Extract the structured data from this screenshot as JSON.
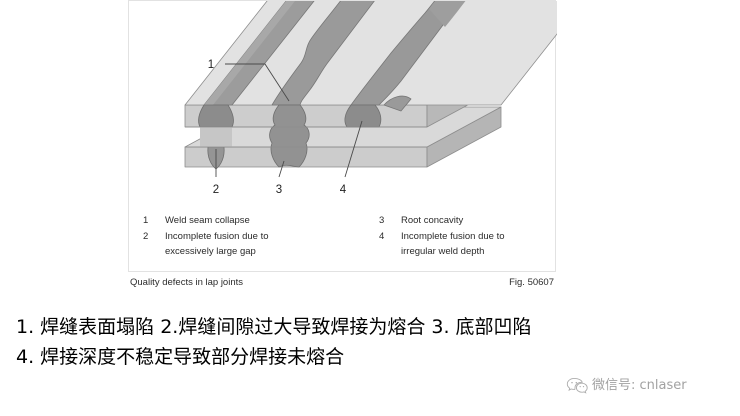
{
  "figure": {
    "illustration": {
      "alt_description": "Isometric cutaway of two overlapping sheet-metal plates joined by laser lap welds, showing weld beads on the top surface and four cross-sectioned weld nuggets illustrating quality defects",
      "callouts": [
        {
          "id": "1",
          "label": "1",
          "position": "upper-left, leader to top weld bead"
        },
        {
          "id": "2",
          "label": "2",
          "position": "below left cross-section"
        },
        {
          "id": "3",
          "label": "3",
          "position": "below middle cross-section"
        },
        {
          "id": "4",
          "label": "4",
          "position": "below right cross-section"
        }
      ],
      "colors": {
        "plate_top": "#d5d5d5",
        "plate_front": "#c9c9c9",
        "plate_side": "#bdbdbd",
        "plate_light": "#e6e6e6",
        "weld_bead": "#9a9a9a",
        "weld_bead_dark": "#8e8e8e",
        "weld_nugget": "#8b8b8b",
        "outline": "#6e6e6e",
        "leader_line": "#3a3a3a"
      }
    },
    "legend": {
      "left_column": [
        {
          "number": "1",
          "lines": [
            "Weld seam collapse"
          ]
        },
        {
          "number": "2",
          "lines": [
            "Incomplete fusion due to",
            "excessively large gap"
          ]
        }
      ],
      "right_column": [
        {
          "number": "3",
          "lines": [
            "Root concavity"
          ]
        },
        {
          "number": "4",
          "lines": [
            "Incomplete fusion due to",
            "irregular weld depth"
          ]
        }
      ]
    },
    "caption": {
      "title": "Quality defects in lap joints",
      "fig_number": "Fig. 50607"
    }
  },
  "chinese_notes": {
    "line1": "1. 焊缝表面塌陷  2.焊缝间隙过大导致焊接为熔合 3. 底部凹陷",
    "line2": "4. 焊接深度不稳定导致部分焊接未熔合"
  },
  "watermark": {
    "icon": "wechat-icon",
    "text": "微信号: cnlaser"
  }
}
